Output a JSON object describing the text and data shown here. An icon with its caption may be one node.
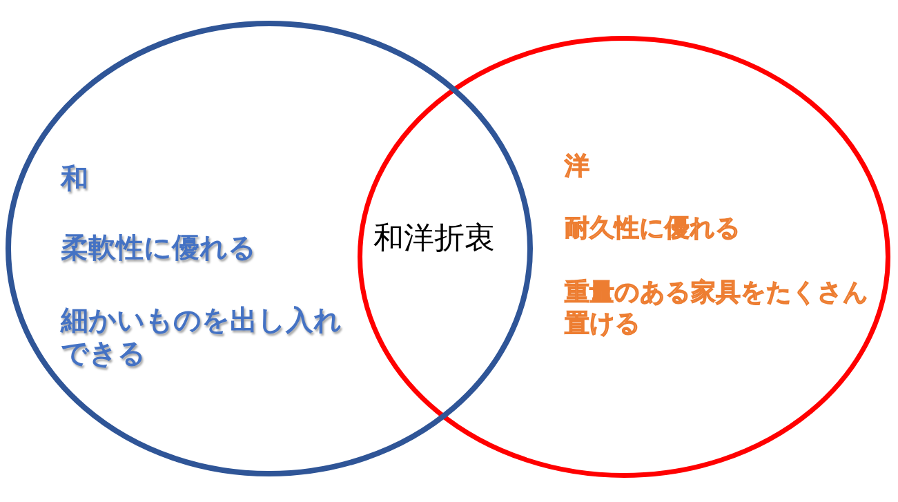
{
  "diagram": {
    "nodes": [
      {
        "text": [
          "和",
          "柔軟性に優れる",
          "細かいものを出し入れできる"
        ]
      },
      {
        "text": [
          "洋",
          "耐久性に優れる",
          "重量のある家具をたくさん置ける"
        ]
      }
    ],
    "labels": [
      "和洋折衷"
    ]
  }
}
